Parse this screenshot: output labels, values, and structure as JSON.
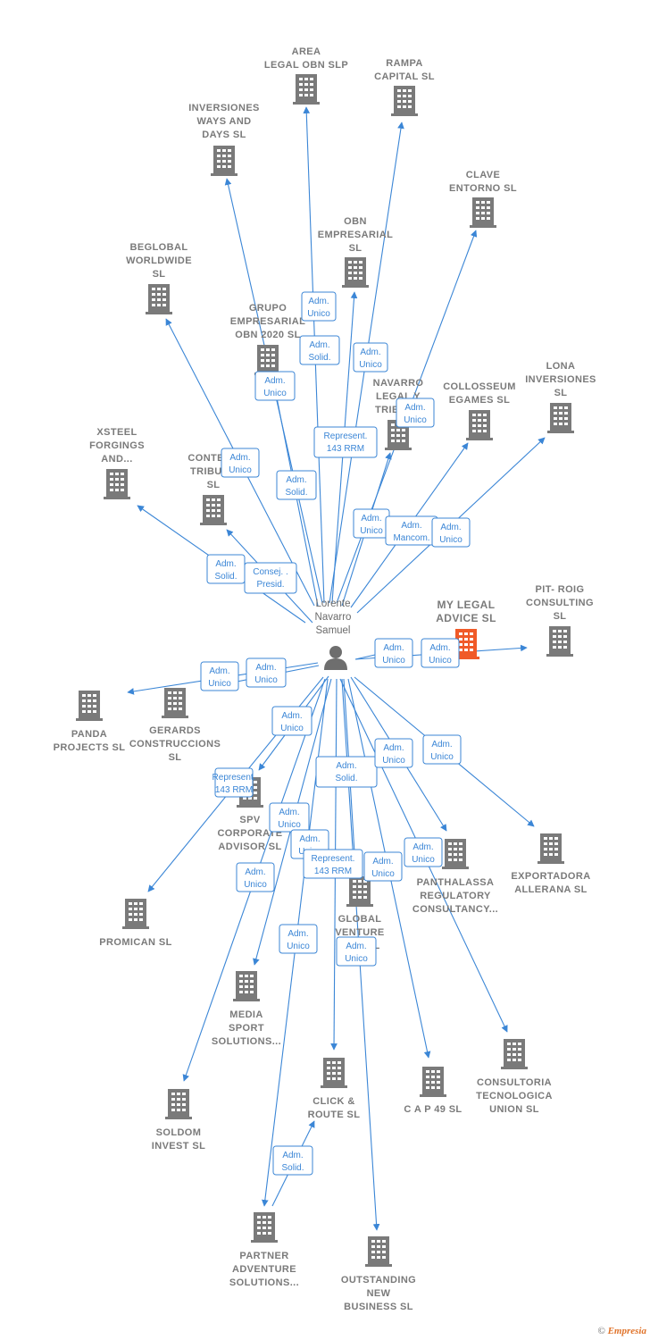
{
  "center_person": {
    "lines": [
      "Lorente",
      "Navarro",
      "Samuel"
    ]
  },
  "companies": [
    {
      "id": "area",
      "lines": [
        "AREA",
        "LEGAL OBN  SLP"
      ]
    },
    {
      "id": "rampa",
      "lines": [
        "RAMPA",
        "CAPITAL  SL"
      ]
    },
    {
      "id": "inversiones_ways",
      "lines": [
        "INVERSIONES",
        "WAYS AND",
        "DAYS  SL"
      ]
    },
    {
      "id": "clave",
      "lines": [
        "CLAVE",
        "ENTORNO  SL"
      ]
    },
    {
      "id": "obn_emp",
      "lines": [
        "OBN",
        "EMPRESARIAL",
        "SL"
      ]
    },
    {
      "id": "beglobal",
      "lines": [
        "BEGLOBAL",
        "WORLDWIDE",
        "SL"
      ]
    },
    {
      "id": "grupo_obn",
      "lines": [
        "GRUPO",
        "EMPRESARIAL",
        "OBN 2020  SL"
      ]
    },
    {
      "id": "navarro_legal",
      "lines": [
        "NAVARRO",
        "LEGAL Y",
        "TRIBUT..."
      ]
    },
    {
      "id": "collosseum",
      "lines": [
        "COLLOSSEUM",
        "EGAMES  SL"
      ]
    },
    {
      "id": "lona",
      "lines": [
        "LONA",
        "INVERSIONES",
        "SL"
      ]
    },
    {
      "id": "xsteel",
      "lines": [
        "XSTEEL",
        "FORGINGS",
        "AND..."
      ]
    },
    {
      "id": "contenc",
      "lines": [
        "CONTENC",
        "TRIBUT...",
        "SL"
      ]
    },
    {
      "id": "my_legal",
      "lines": [
        "MY LEGAL",
        "ADVICE  SL"
      ],
      "main": true
    },
    {
      "id": "pit_roig",
      "lines": [
        "PIT- ROIG",
        "CONSULTING",
        "SL"
      ]
    },
    {
      "id": "panda",
      "lines": [
        "PANDA",
        "PROJECTS  SL"
      ]
    },
    {
      "id": "gerards",
      "lines": [
        "GERARDS",
        "CONSTRUCCIONS",
        "SL"
      ]
    },
    {
      "id": "spv",
      "lines": [
        "SPV",
        "CORPORATE",
        "ADVISOR  SL"
      ]
    },
    {
      "id": "exportadora",
      "lines": [
        "EXPORTADORA",
        "ALLERANA  SL"
      ]
    },
    {
      "id": "panthalassa",
      "lines": [
        "PANTHALASSA",
        "REGULATORY",
        "CONSULTANCY..."
      ]
    },
    {
      "id": "global_venture",
      "lines": [
        "GLOBAL",
        "VENTURE",
        "AD...  SL"
      ]
    },
    {
      "id": "promican",
      "lines": [
        "PROMICAN  SL"
      ]
    },
    {
      "id": "media_sport",
      "lines": [
        "MEDIA",
        "SPORT",
        "SOLUTIONS..."
      ]
    },
    {
      "id": "consultoria",
      "lines": [
        "CONSULTORIA",
        "TECNOLOGICA",
        "UNION  SL"
      ]
    },
    {
      "id": "click_route",
      "lines": [
        "CLICK &",
        "ROUTE  SL"
      ]
    },
    {
      "id": "cap49",
      "lines": [
        "C A P 49  SL"
      ]
    },
    {
      "id": "soldom",
      "lines": [
        "SOLDOM",
        "INVEST  SL"
      ]
    },
    {
      "id": "partner_adv",
      "lines": [
        "PARTNER",
        "ADVENTURE",
        "SOLUTIONS..."
      ]
    },
    {
      "id": "outstanding",
      "lines": [
        "OUTSTANDING",
        "NEW",
        "BUSINESS  SL"
      ]
    }
  ],
  "roles": [
    {
      "lines": [
        "Adm.",
        "Unico"
      ]
    },
    {
      "lines": [
        "Adm.",
        "Solid."
      ]
    },
    {
      "lines": [
        "Adm.",
        "Unico"
      ]
    },
    {
      "lines": [
        "Adm.",
        "Unico"
      ]
    },
    {
      "lines": [
        "Adm.",
        "Unico"
      ]
    },
    {
      "lines": [
        "Represent.",
        "143 RRM"
      ]
    },
    {
      "lines": [
        "Adm.",
        "Unico"
      ]
    },
    {
      "lines": [
        "Adm.",
        "Solid."
      ]
    },
    {
      "lines": [
        "Adm.",
        "Unico"
      ]
    },
    {
      "lines": [
        "Adm.",
        "Mancom."
      ]
    },
    {
      "lines": [
        "Adm.",
        "Unico"
      ]
    },
    {
      "lines": [
        "Adm.",
        "Solid."
      ]
    },
    {
      "lines": [
        "Consej. .",
        "Presid."
      ]
    },
    {
      "lines": [
        "Adm.",
        "Unico"
      ]
    },
    {
      "lines": [
        "Adm.",
        "Unico"
      ]
    },
    {
      "lines": [
        "Adm.",
        "Unico"
      ]
    },
    {
      "lines": [
        "Adm.",
        "Unico"
      ]
    },
    {
      "lines": [
        "Adm.",
        "Unico"
      ]
    },
    {
      "lines": [
        "Represent.",
        "143 RRM"
      ]
    },
    {
      "lines": [
        "Adm.",
        "Solid."
      ]
    },
    {
      "lines": [
        "Adm.",
        "Unico"
      ]
    },
    {
      "lines": [
        "Adm.",
        "Unico"
      ]
    },
    {
      "lines": [
        "Adm.",
        "Unico"
      ]
    },
    {
      "lines": [
        "Adm.",
        "Unico"
      ]
    },
    {
      "lines": [
        "Represent.",
        "143 RRM"
      ]
    },
    {
      "lines": [
        "Adm.",
        "Unico"
      ]
    },
    {
      "lines": [
        "Adm.",
        "Unico"
      ]
    },
    {
      "lines": [
        "Adm.",
        "Unico"
      ]
    },
    {
      "lines": [
        "Adm.",
        "Unico"
      ]
    },
    {
      "lines": [
        "Adm.",
        "Unico"
      ]
    },
    {
      "lines": [
        "Adm.",
        "Solid."
      ]
    }
  ],
  "colors": {
    "edge": "#3b86d6",
    "building": "#7a7a7a",
    "main_building": "#f05a28"
  },
  "credit": {
    "symbol": "©",
    "brand": "Empresia"
  }
}
